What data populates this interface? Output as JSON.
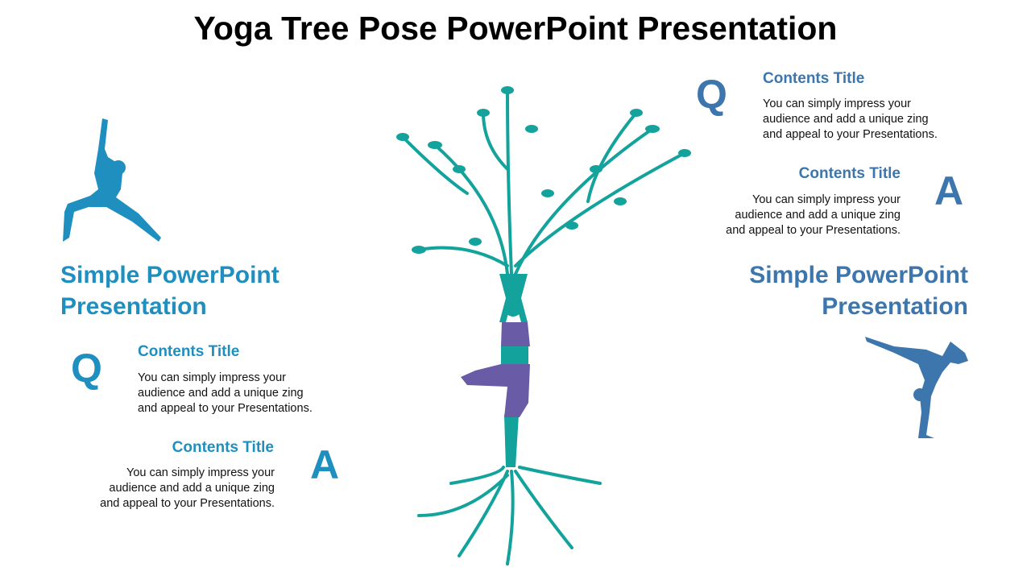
{
  "title": "Yoga Tree Pose PowerPoint Presentation",
  "colors": {
    "left": "#1f8fbf",
    "right": "#3c76ad",
    "tree": "#13a39c",
    "body": "#6a5ba6"
  },
  "left": {
    "heading_line1": "Simple PowerPoint",
    "heading_line2": "Presentation",
    "q": {
      "letter": "Q",
      "title": "Contents Title",
      "text": [
        "You can simply impress your",
        "audience and add a unique zing",
        "and appeal to your Presentations."
      ]
    },
    "a": {
      "letter": "A",
      "title": "Contents Title",
      "text": [
        "You can simply impress your",
        "audience and add a unique zing",
        "and appeal to your Presentations."
      ]
    }
  },
  "right": {
    "heading_line1": "Simple PowerPoint",
    "heading_line2": "Presentation",
    "q": {
      "letter": "Q",
      "title": "Contents Title",
      "text": [
        "You can simply impress your",
        "audience and add a unique zing",
        "and appeal to your Presentations."
      ]
    },
    "a": {
      "letter": "A",
      "title": "Contents Title",
      "text": [
        "You can simply impress your",
        "audience and add a unique zing",
        "and appeal to your Presentations."
      ]
    }
  }
}
